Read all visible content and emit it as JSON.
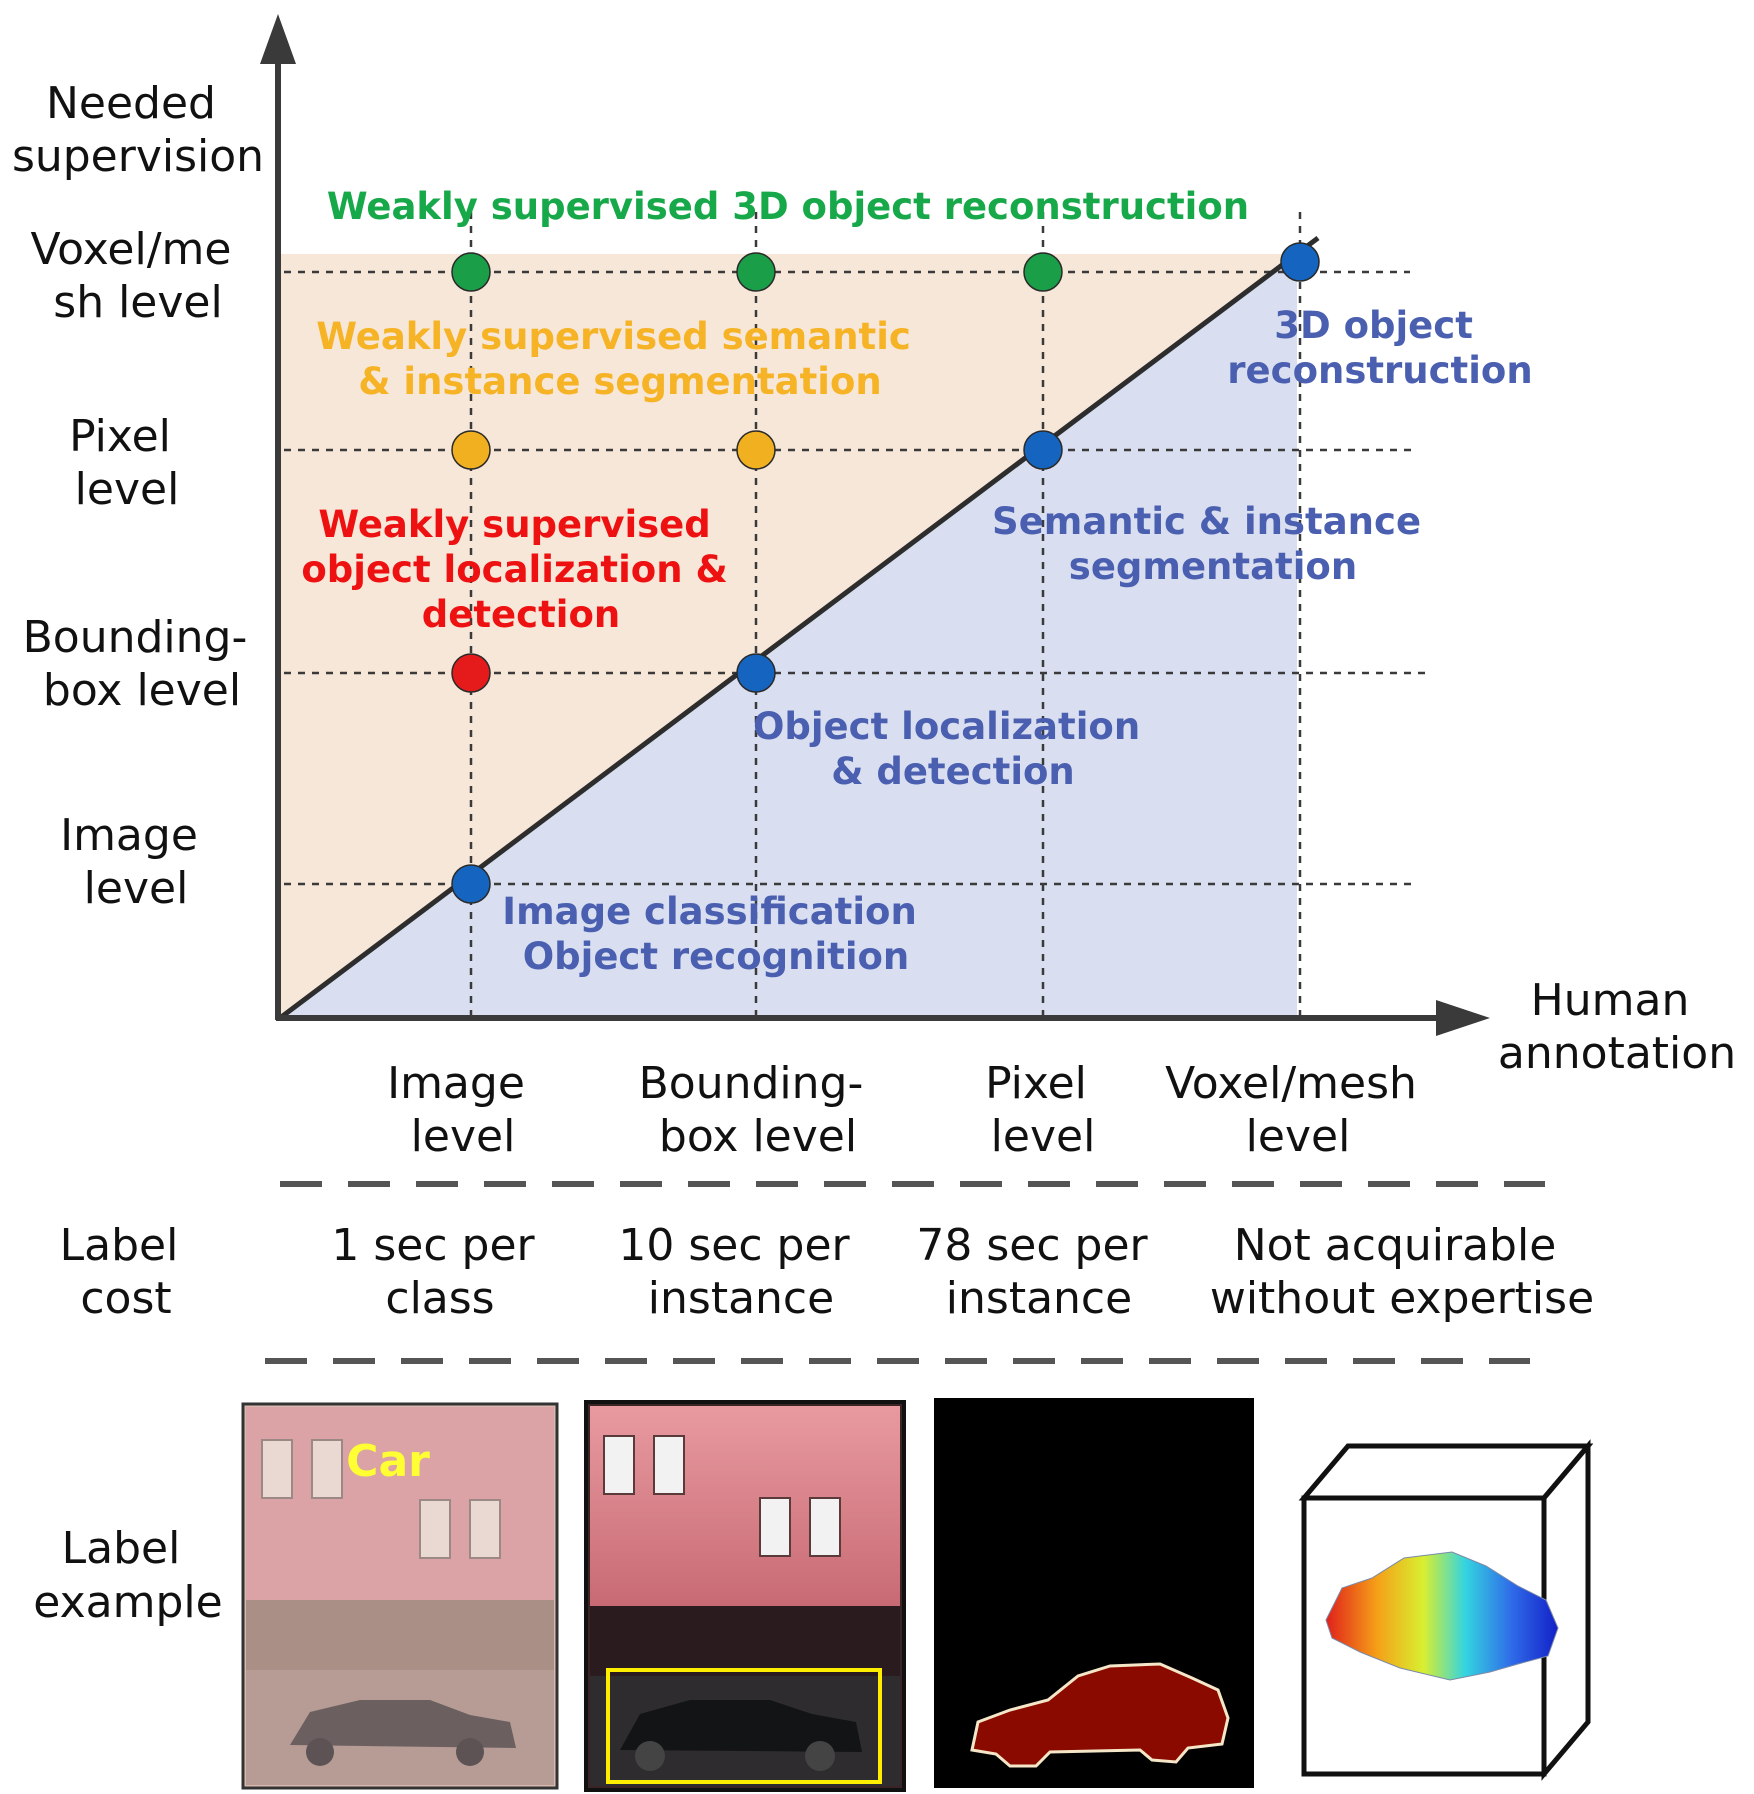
{
  "axes": {
    "y_title": [
      "Needed",
      "supervision"
    ],
    "x_title": [
      "Human",
      "annotation"
    ],
    "y_levels": [
      {
        "lines": [
          "Image",
          "level"
        ]
      },
      {
        "lines": [
          "Bounding-",
          "box level"
        ]
      },
      {
        "lines": [
          "Pixel",
          "level"
        ]
      },
      {
        "lines": [
          "Voxel/me",
          "sh level"
        ]
      }
    ],
    "x_levels": [
      {
        "lines": [
          "Image",
          "level"
        ]
      },
      {
        "lines": [
          "Bounding-",
          "box level"
        ]
      },
      {
        "lines": [
          "Pixel",
          "level"
        ]
      },
      {
        "lines": [
          "Voxel/mesh",
          "level"
        ]
      }
    ]
  },
  "region_labels": {
    "weak_3d": {
      "lines": [
        "Weakly supervised 3D object reconstruction"
      ],
      "color": "#17a84a"
    },
    "weak_seg": {
      "lines": [
        "Weakly supervised semantic",
        "& instance segmentation"
      ],
      "color": "#f5b325"
    },
    "weak_det": {
      "lines": [
        "Weakly supervised",
        "object localization &",
        "detection"
      ],
      "color": "#ee1111"
    },
    "full_3d": {
      "lines": [
        "3D object",
        "reconstruction"
      ],
      "color": "#4a5fb0"
    },
    "full_seg": {
      "lines": [
        "Semantic & instance",
        "segmentation"
      ],
      "color": "#4a5fb0"
    },
    "full_det": {
      "lines": [
        "Object localization",
        "& detection"
      ],
      "color": "#4a5fb0"
    },
    "full_cls": {
      "lines": [
        "Image classification",
        "Object recognition"
      ],
      "color": "#4a5fb0"
    }
  },
  "points": [
    {
      "x": 0,
      "y": 3,
      "kind": "weak_3d"
    },
    {
      "x": 1,
      "y": 3,
      "kind": "weak_3d"
    },
    {
      "x": 2,
      "y": 3,
      "kind": "weak_3d"
    },
    {
      "x": 0,
      "y": 2,
      "kind": "weak_seg"
    },
    {
      "x": 1,
      "y": 2,
      "kind": "weak_seg"
    },
    {
      "x": 0,
      "y": 1,
      "kind": "weak_det"
    },
    {
      "x": 0,
      "y": 0,
      "kind": "full"
    },
    {
      "x": 1,
      "y": 1,
      "kind": "full"
    },
    {
      "x": 2,
      "y": 2,
      "kind": "full"
    },
    {
      "x": 3,
      "y": 3,
      "kind": "full"
    }
  ],
  "point_colors": {
    "weak_3d": "#1a9e47",
    "weak_seg": "#f0b020",
    "weak_det": "#e51b1b",
    "full": "#1565c0"
  },
  "fills": {
    "weak_region": "#f7e7d8",
    "full_region": "#d9dff0"
  },
  "label_cost": {
    "header": [
      "Label",
      "cost"
    ],
    "values": [
      {
        "lines": [
          "1 sec per",
          "class"
        ]
      },
      {
        "lines": [
          "10 sec per",
          "instance"
        ]
      },
      {
        "lines": [
          "78 sec per",
          "instance"
        ]
      },
      {
        "lines": [
          "Not acquirable",
          "without expertise"
        ]
      }
    ]
  },
  "label_example": {
    "header": [
      "Label",
      "example"
    ],
    "image_tag": "Car",
    "image_tag_color": "#ffff33",
    "bbox_color": "#ffee00",
    "mask_color": "#8b0a00",
    "mask_outline": "#f5e6c8"
  }
}
